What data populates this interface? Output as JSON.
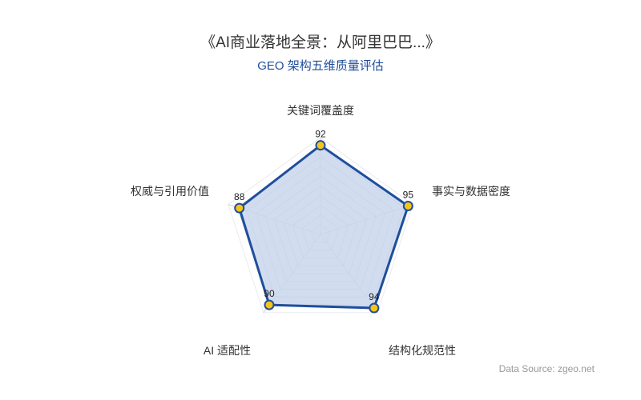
{
  "header": {
    "title": "《AI商业落地全景：从阿里巴巴...》",
    "subtitle": "GEO 架构五维质量评估"
  },
  "footer": {
    "source": "Data Source: zgeo.net"
  },
  "colors": {
    "stroke": "#1f4e9c",
    "fill": "#c9d6ec",
    "point": "#f5c518",
    "grid": "#c4cad6",
    "subtitle": "#1f4e9c"
  },
  "chart_data": {
    "type": "radar",
    "title": "《AI商业落地全景：从阿里巴巴...》",
    "subtitle": "GEO 架构五维质量评估",
    "categories": [
      "关键词覆盖度",
      "事实与数据密度",
      "结构化规范性",
      "AI 适配性",
      "权威与引用价值"
    ],
    "values": [
      92,
      95,
      94,
      90,
      88
    ],
    "labels": [
      "92",
      "95",
      "94",
      "90",
      "88"
    ],
    "range": [
      0,
      100
    ],
    "grid_rings": 10,
    "legend": "none",
    "annotation": "Data Source: zgeo.net"
  }
}
